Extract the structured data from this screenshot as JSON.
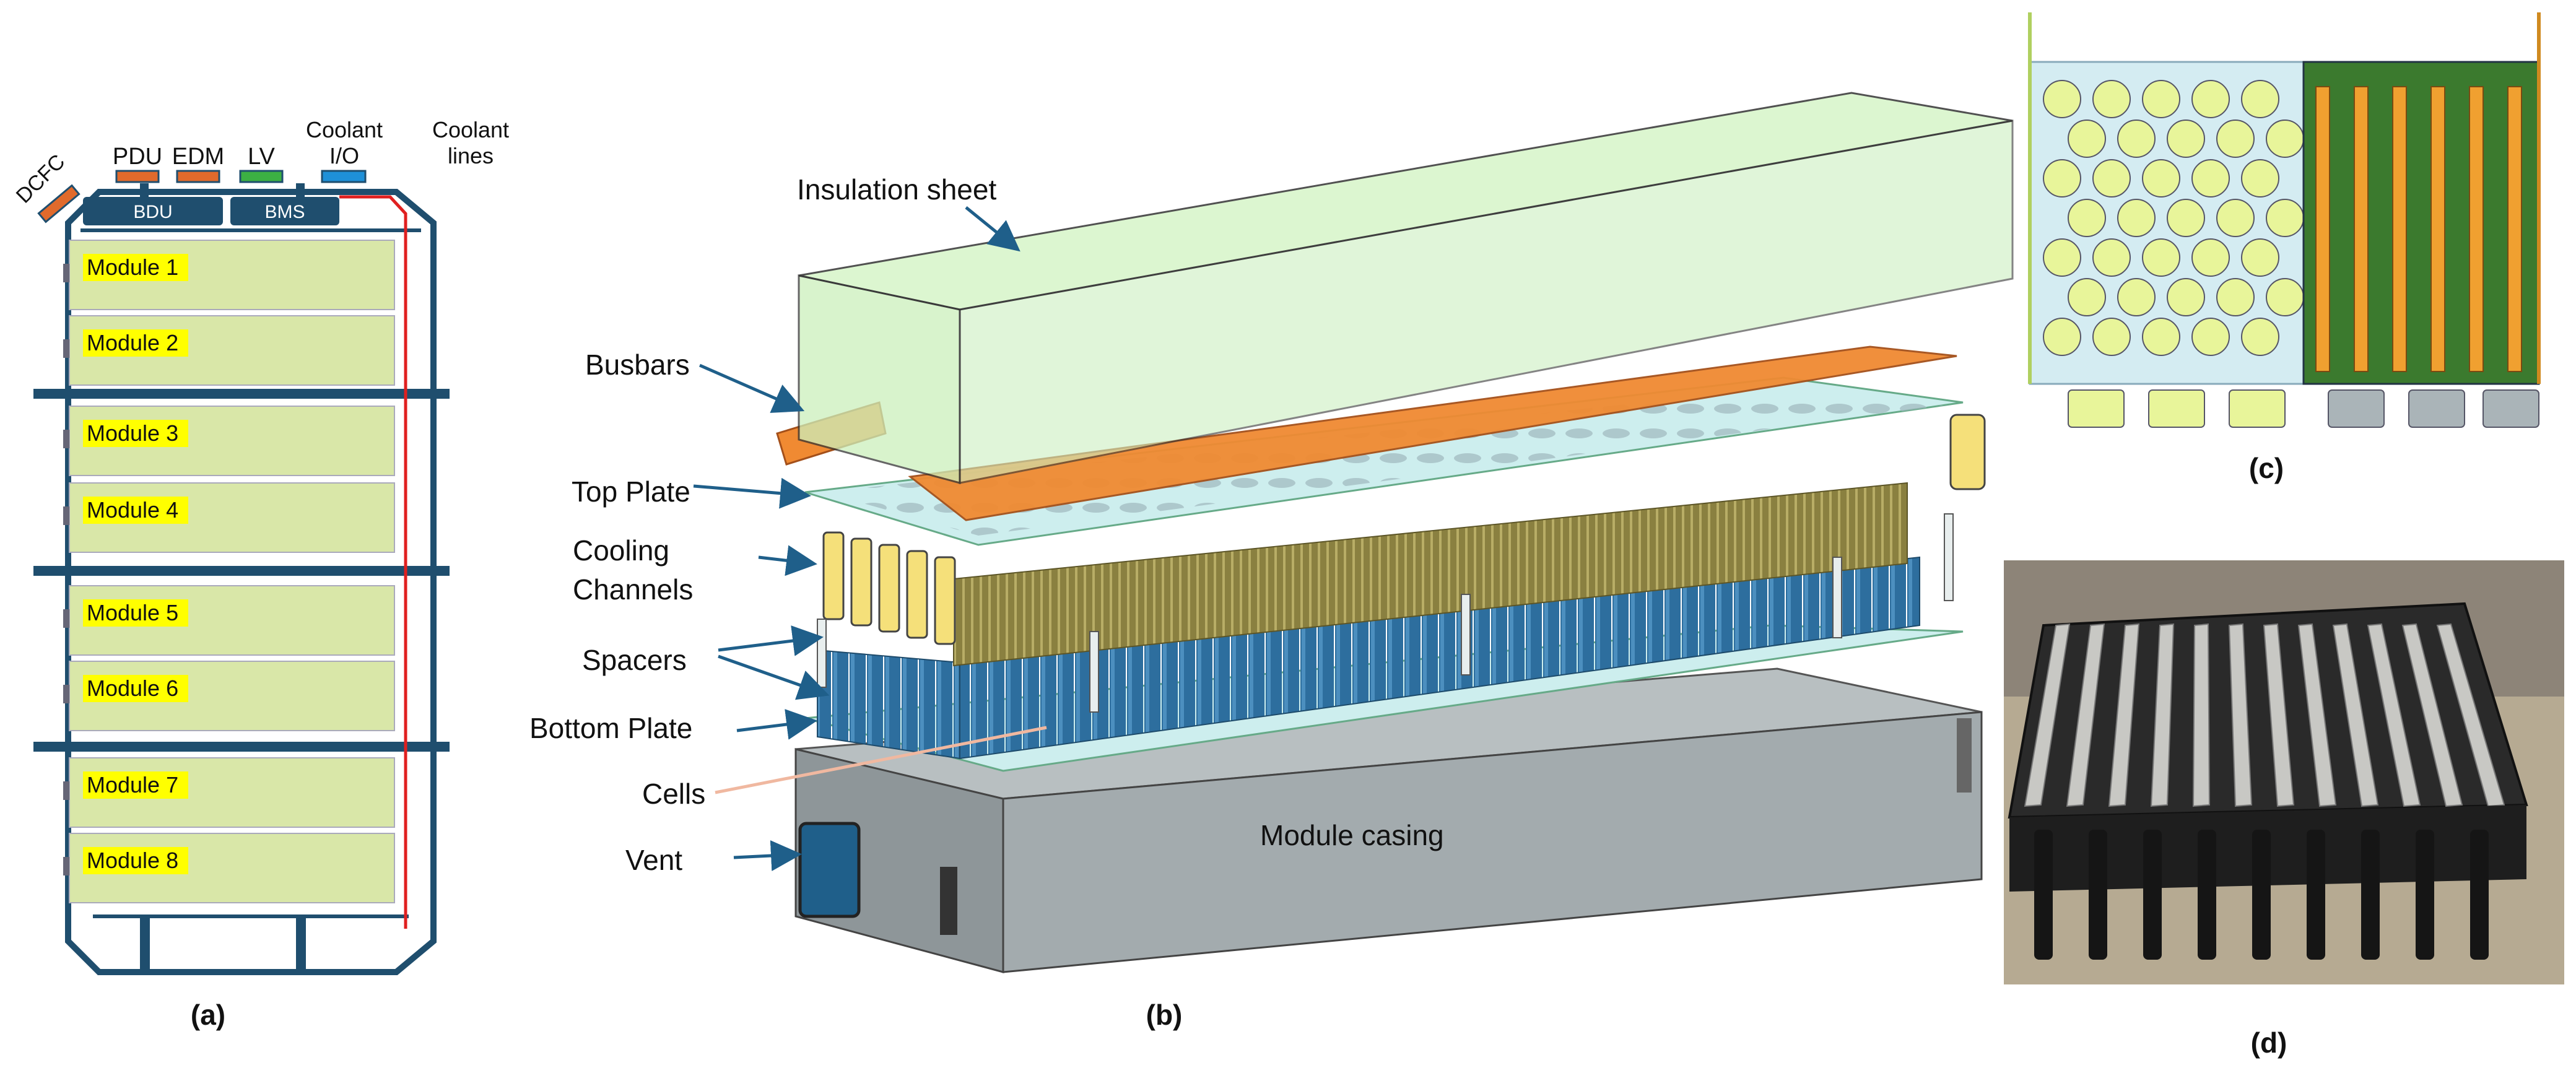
{
  "panel_a": {
    "caption": "(a)",
    "labels": {
      "dcfc": "DCFC",
      "pdu": "PDU",
      "edm": "EDM",
      "lv": "LV",
      "coolant_io_line1": "Coolant",
      "coolant_io_line2": "I/O",
      "coolant_lines_line1": "Coolant",
      "coolant_lines_line2": "lines",
      "bdu": "BDU",
      "bms": "BMS"
    },
    "modules": [
      "Module 1",
      "Module 2",
      "Module 3",
      "Module 4",
      "Module 5",
      "Module 6",
      "Module 7",
      "Module 8"
    ],
    "colors": {
      "frame": "#1f4e6e",
      "module_fill": "#d9e7a8",
      "module_label_bg": "#ffff00",
      "coolant_line": "#e02020",
      "pdu_edm": "#e06a2c",
      "lv": "#3cb043",
      "coolant_io": "#1e90d8"
    }
  },
  "panel_b": {
    "caption": "(b)",
    "labels": {
      "insulation_sheet": "Insulation sheet",
      "busbars": "Busbars",
      "top_plate": "Top Plate",
      "cooling_channels_line1": "Cooling",
      "cooling_channels_line2": "Channels",
      "spacers": "Spacers",
      "bottom_plate": "Bottom Plate",
      "cells": "Cells",
      "vent": "Vent",
      "module_casing": "Module casing"
    },
    "colors": {
      "insulation": "#d6f5c8",
      "busbar": "#f08a32",
      "plate": "#cdeeee",
      "cell": "#2d6e9e",
      "cooling": "#8a8040",
      "casing": "#9ea6a8",
      "arrow": "#1f5f8a"
    }
  },
  "panel_c": {
    "caption": "(c)",
    "colors": {
      "board": "#d4ecf2",
      "cells": "#e8f59a",
      "pcb": "#3b7a2e",
      "busbar": "#f0a030"
    }
  },
  "panel_d": {
    "caption": "(d)"
  }
}
